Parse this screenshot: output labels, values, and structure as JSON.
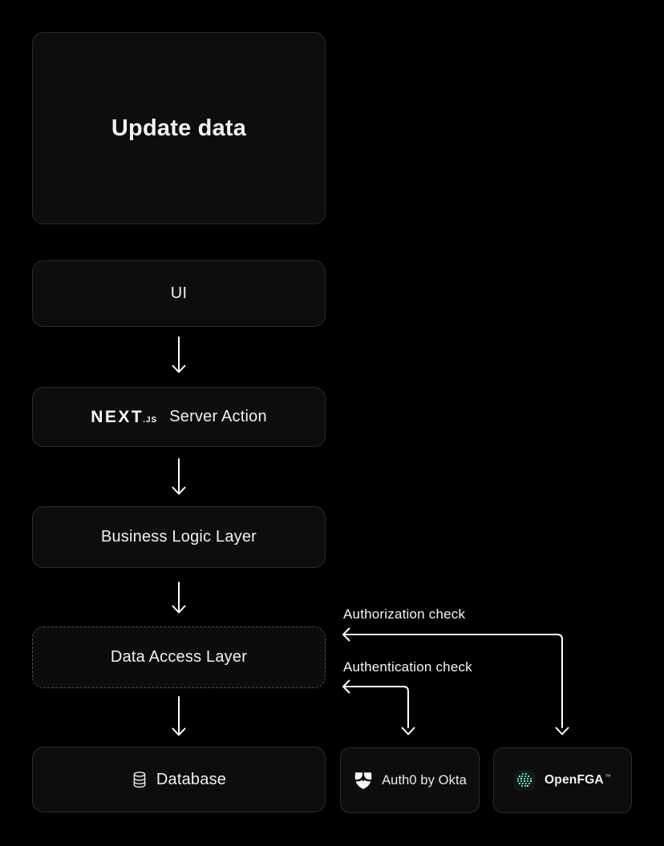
{
  "colors": {
    "background": "#000000",
    "box_background": "#0d0d0d",
    "box_border": "#2b2b2b",
    "dashed_border": "#505050",
    "text": "#f2f2f2",
    "arrow": "#ffffff",
    "openfga_teal": "#3be8c6"
  },
  "nodes": {
    "update_data": {
      "label": "Update data"
    },
    "ui": {
      "label": "UI"
    },
    "server_action": {
      "logo": "NEXT",
      "logo_suffix": ".JS",
      "label": "Server Action",
      "icon": "nextjs-wordmark-logo"
    },
    "business_logic": {
      "label": "Business Logic Layer"
    },
    "data_access": {
      "label": "Data Access Layer"
    },
    "database": {
      "label": "Database",
      "icon": "database-cylinder-icon"
    },
    "auth0": {
      "label": "Auth0 by Okta",
      "icon": "auth0-shield-icon"
    },
    "openfga": {
      "label": "OpenFGA",
      "trademark": "™",
      "icon": "openfga-pixel-globe-icon"
    }
  },
  "annotations": {
    "authorization_check": {
      "label": "Authorization check"
    },
    "authentication_check": {
      "label": "Authentication check"
    }
  },
  "edges": [
    {
      "from": "ui",
      "to": "server_action"
    },
    {
      "from": "server_action",
      "to": "business_logic"
    },
    {
      "from": "business_logic",
      "to": "data_access"
    },
    {
      "from": "data_access",
      "to": "database"
    },
    {
      "from": "data_access",
      "to": "auth0",
      "label": "Authentication check",
      "bidirectional": true
    },
    {
      "from": "data_access",
      "to": "openfga",
      "label": "Authorization check",
      "bidirectional": true
    }
  ]
}
